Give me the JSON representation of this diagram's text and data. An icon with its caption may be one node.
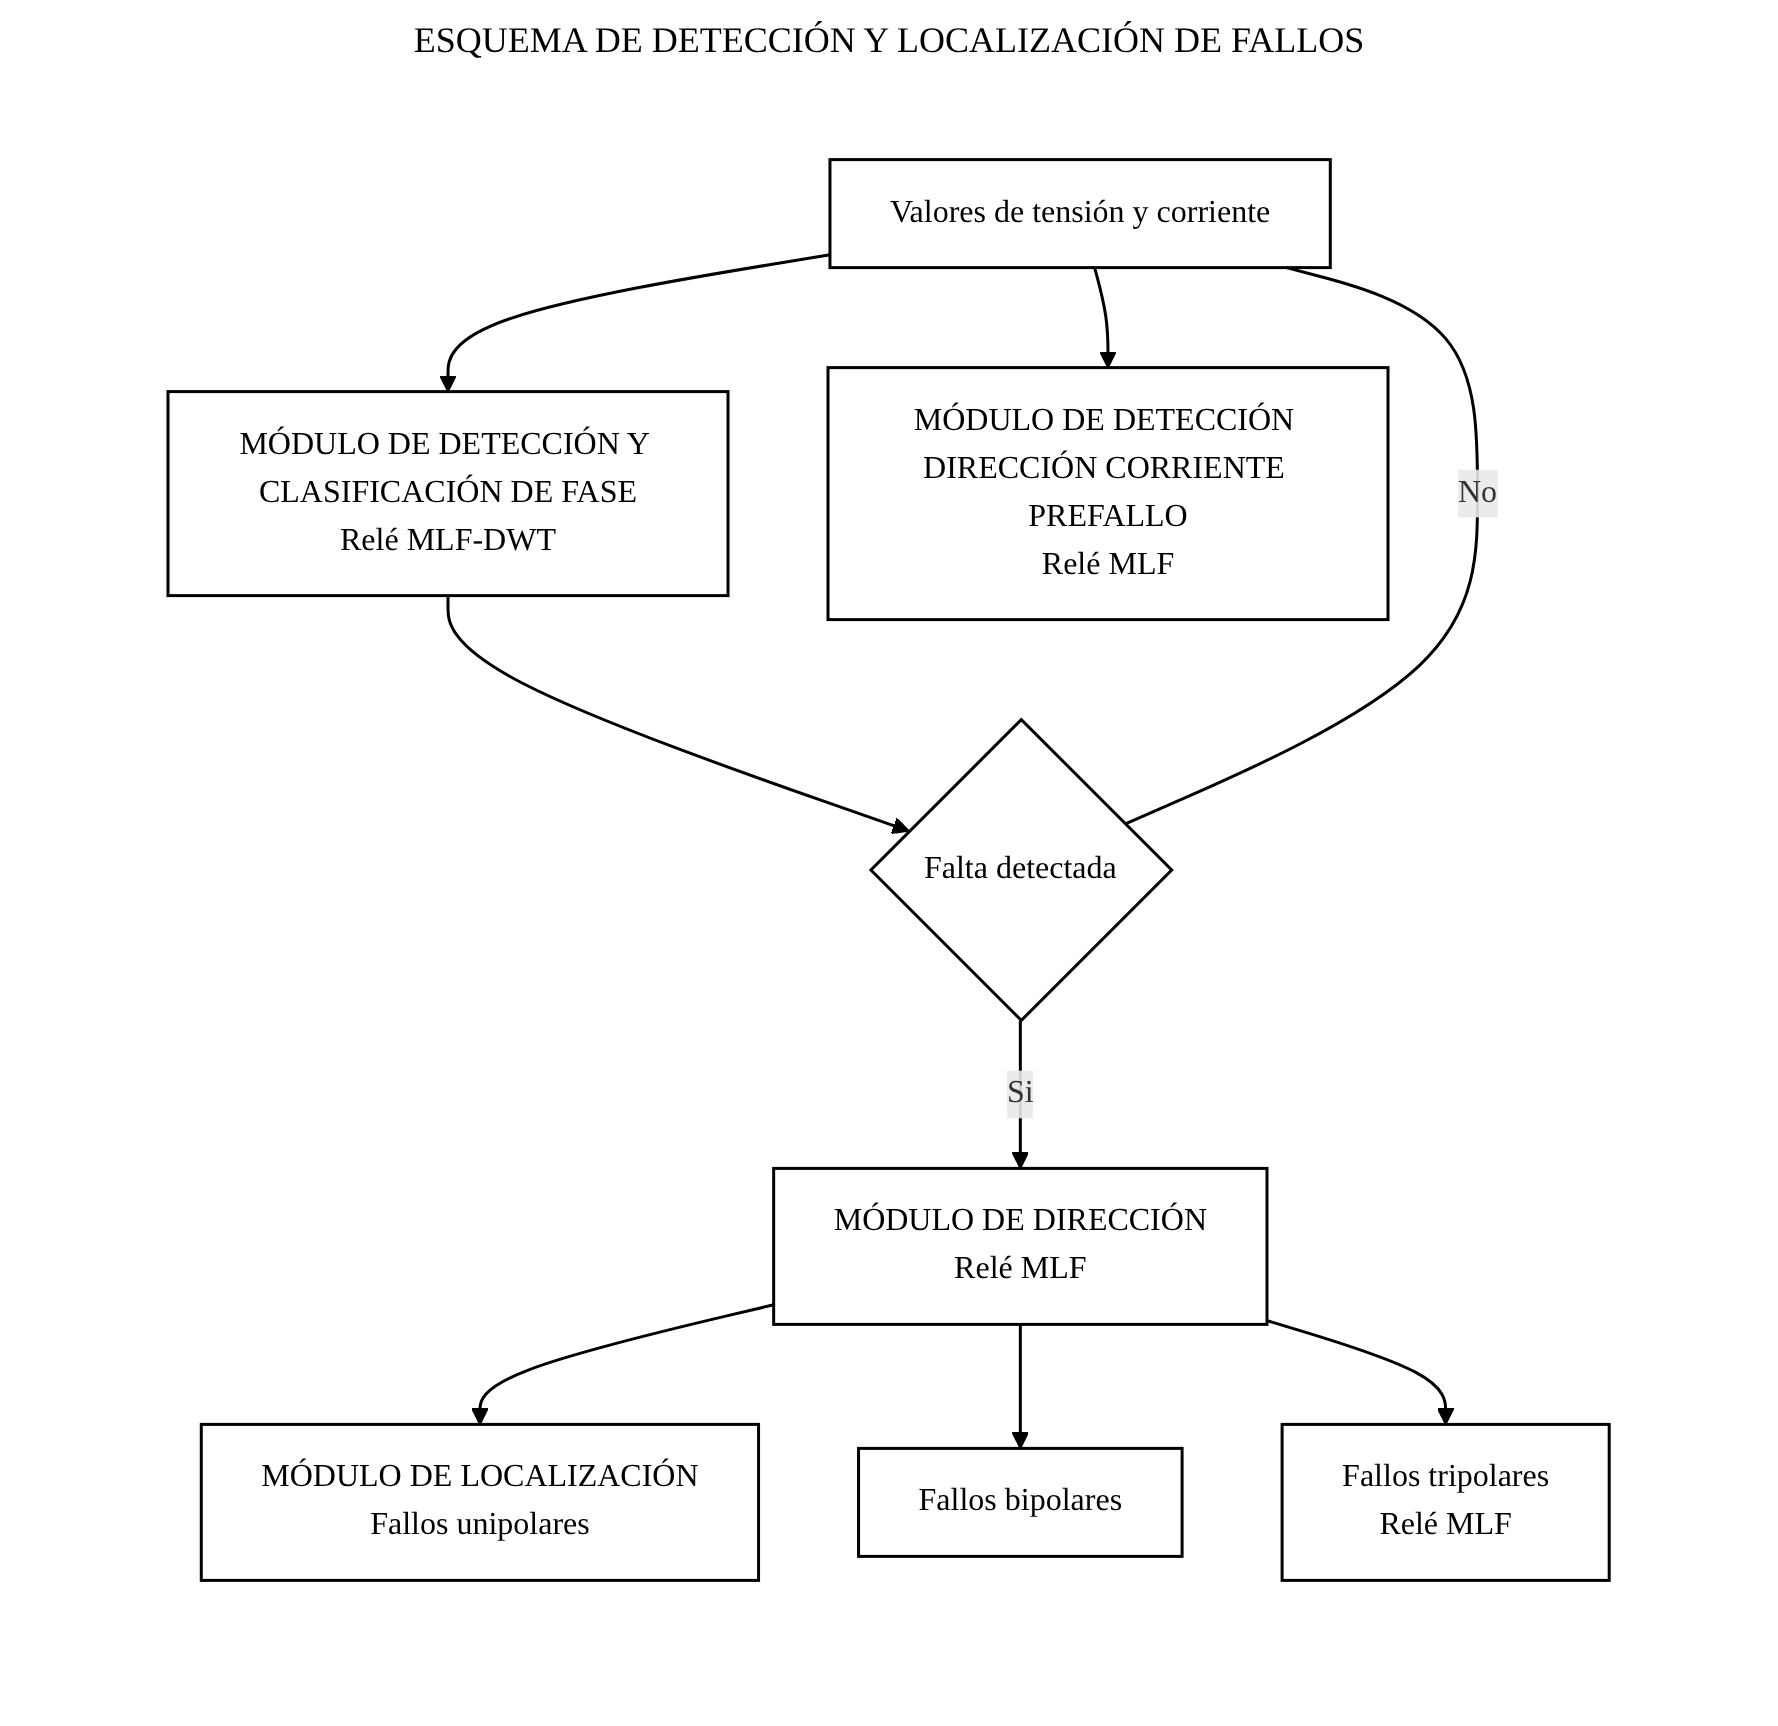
{
  "diagram": {
    "title": "ESQUEMA DE DETECCIÓN Y LOCALIZACIÓN DE FALLOS",
    "nodes": [
      {
        "text": [
          "Valores de tensión y corriente"
        ]
      },
      {
        "text": [
          "MÓDULO DE DETECCIÓN Y CLASIFICACIÓN DE FASE",
          "Relé MLF-DWT"
        ]
      },
      {
        "text": [
          "MÓDULO DE DETECCIÓN DIRECCIÓN CORRIENTE PREFALLO",
          "Relé MLF"
        ]
      },
      {
        "text": [
          "Falta detectada"
        ]
      },
      {
        "text": [
          "MÓDULO DE DIRECCIÓN",
          "Relé MLF"
        ]
      },
      {
        "text": [
          "MÓDULO DE LOCALIZACIÓN",
          "Fallos unipolares"
        ]
      },
      {
        "text": [
          "Fallos bipolares"
        ]
      },
      {
        "text": [
          "Fallos tripolares",
          "Relé MLF"
        ]
      }
    ],
    "edges": [
      {
        "from": 0,
        "to": 1,
        "arrow": "to"
      },
      {
        "from": 0,
        "to": 2,
        "arrow": "to"
      },
      {
        "from": 1,
        "to": 3,
        "arrow": "to"
      },
      {
        "from": 3,
        "to": 0,
        "arrow": "none",
        "label": "No"
      },
      {
        "from": 3,
        "to": 4,
        "arrow": "to",
        "label": "Si"
      },
      {
        "from": 4,
        "to": 5,
        "arrow": "to"
      },
      {
        "from": 4,
        "to": 6,
        "arrow": "to"
      },
      {
        "from": 4,
        "to": 7,
        "arrow": "to"
      }
    ]
  }
}
